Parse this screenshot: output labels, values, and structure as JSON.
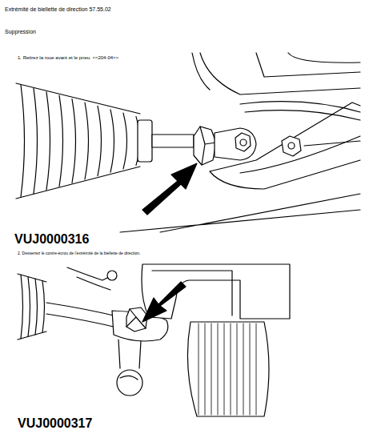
{
  "diagram": {
    "title": "Extrémité de biellette de direction 57.55.02",
    "labels": [
      "Suppression",
      "1. Retirez la roue avant et le pneu. <<204-04>>",
      "VUJ0000316",
      "2. Desserrez le contre-écrou de l'extrémité de la biellette de direction.",
      "VUJ0000317"
    ]
  }
}
